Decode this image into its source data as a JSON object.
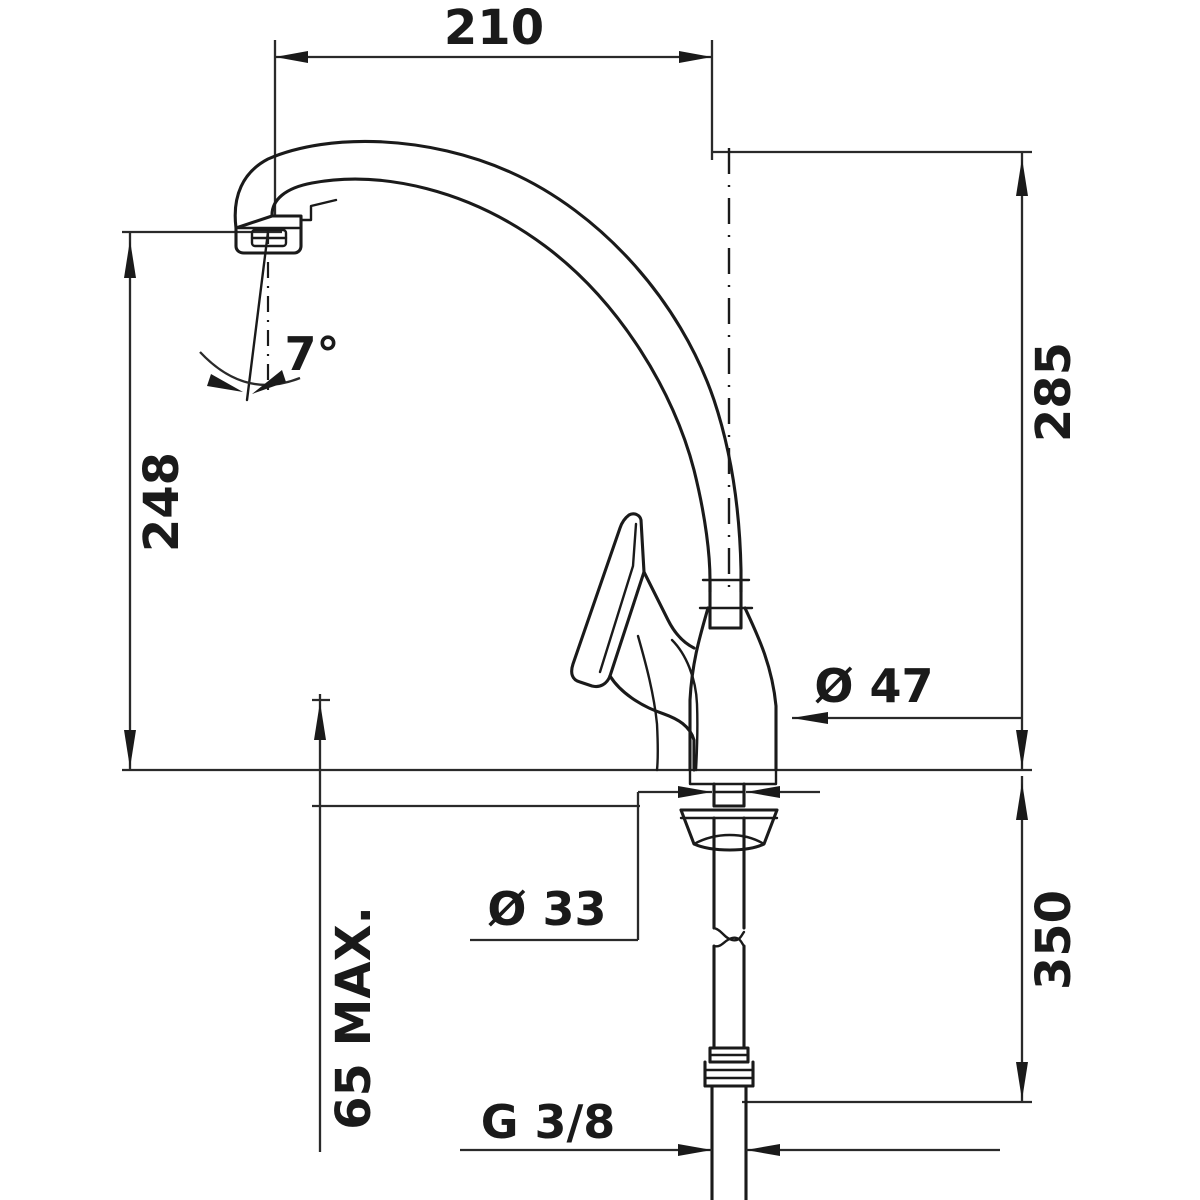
{
  "drawing": {
    "type": "technical-dimension-drawing",
    "subject": "single-lever kitchen mixer faucet, side elevation",
    "units": "mm",
    "line_color": "#1a1a1a",
    "background_color": "#ffffff"
  },
  "dimensions": {
    "spout_reach": {
      "label": "210",
      "orientation": "horizontal",
      "position": "top"
    },
    "spout_outlet_height": {
      "label": "248",
      "orientation": "vertical-rotated",
      "position": "left"
    },
    "overall_height": {
      "label": "285",
      "orientation": "vertical-rotated",
      "position": "right"
    },
    "supply_hose_length": {
      "label": "350",
      "orientation": "vertical-rotated",
      "position": "right-lower"
    },
    "max_counter_thickness": {
      "label": "65 MAX.",
      "orientation": "vertical-rotated",
      "position": "left-lower"
    },
    "body_diameter": {
      "label": "Ø 47",
      "orientation": "horizontal",
      "position": "right-of-body"
    },
    "shank_diameter": {
      "label": "Ø 33",
      "orientation": "horizontal",
      "position": "below-counter-left"
    },
    "outlet_angle": {
      "label": "7°",
      "orientation": "angular",
      "position": "below-aerator"
    },
    "thread_size": {
      "label": "G 3/8",
      "orientation": "horizontal",
      "position": "bottom"
    }
  }
}
